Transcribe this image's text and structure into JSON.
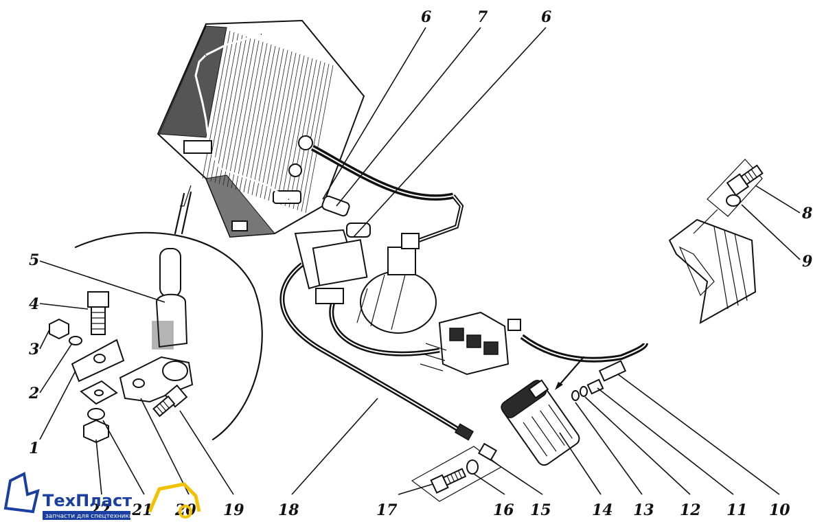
{
  "diagram": {
    "callouts": [
      "1",
      "2",
      "3",
      "4",
      "5",
      "6",
      "7",
      "6",
      "8",
      "9",
      "10",
      "11",
      "12",
      "13",
      "14",
      "15",
      "16",
      "17",
      "18",
      "19",
      "20",
      "21",
      "22"
    ]
  },
  "logo": {
    "name_part1": "Тех",
    "name_part2": "Пласт",
    "tagline": "запчасти для спецтехники"
  },
  "colors": {
    "ink": "#111111",
    "logo_blue": "#1b3fa0",
    "logo_yellow": "#f2c200"
  }
}
